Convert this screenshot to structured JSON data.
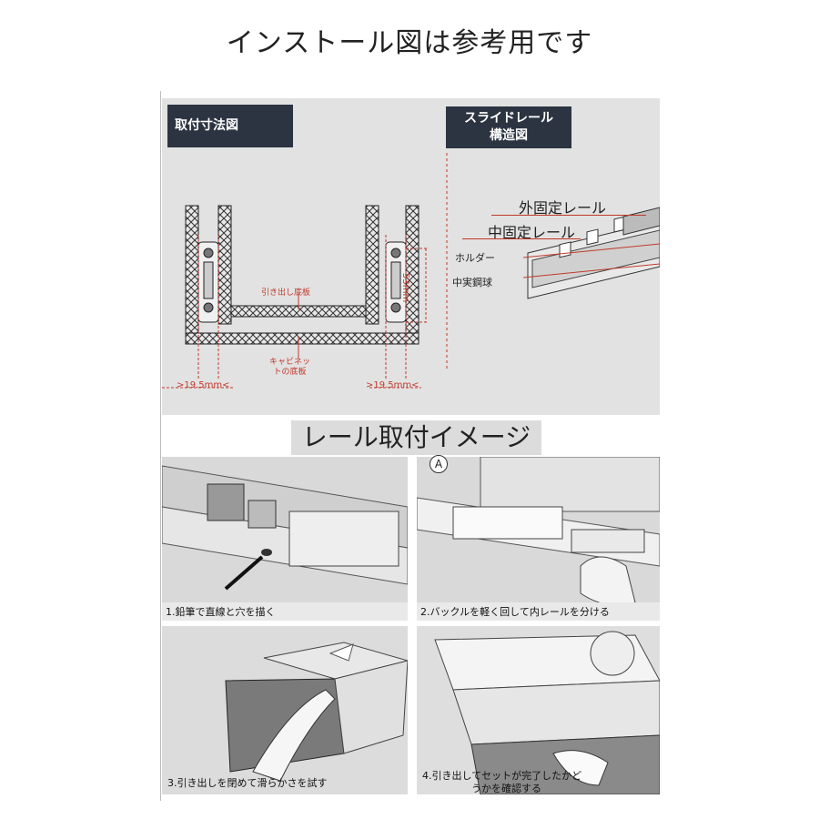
{
  "page_title": "インストール図は参考用です",
  "top": {
    "dims_label": "取付寸法図",
    "struct_label_line1": "スライドレール",
    "struct_label_line2": "構造図",
    "drawer_bottom_label": "引き出し底板",
    "cabinet_bottom_line1": "キャビネッ",
    "cabinet_bottom_line2": "トの底板",
    "gap_left": ">19.5mm<",
    "gap_right": ">19.5mm<",
    "height_dim": "53mm",
    "outer_rail": "外固定レール",
    "middle_rail": "中固定レール",
    "holder": "ホルダー",
    "steel_ball": "中実鋼球"
  },
  "install_title": "レール取付イメージ",
  "steps": [
    {
      "caption": "1.鉛筆で直線と穴を描く"
    },
    {
      "caption": "2.バックルを軽く回して内レールを分ける",
      "marker": "A"
    },
    {
      "caption": "3.引き出しを閉めて滑らかさを試す"
    },
    {
      "caption_line1": "4.引き出してセットが完了したかど",
      "caption_line2": "うかを確認する"
    }
  ]
}
